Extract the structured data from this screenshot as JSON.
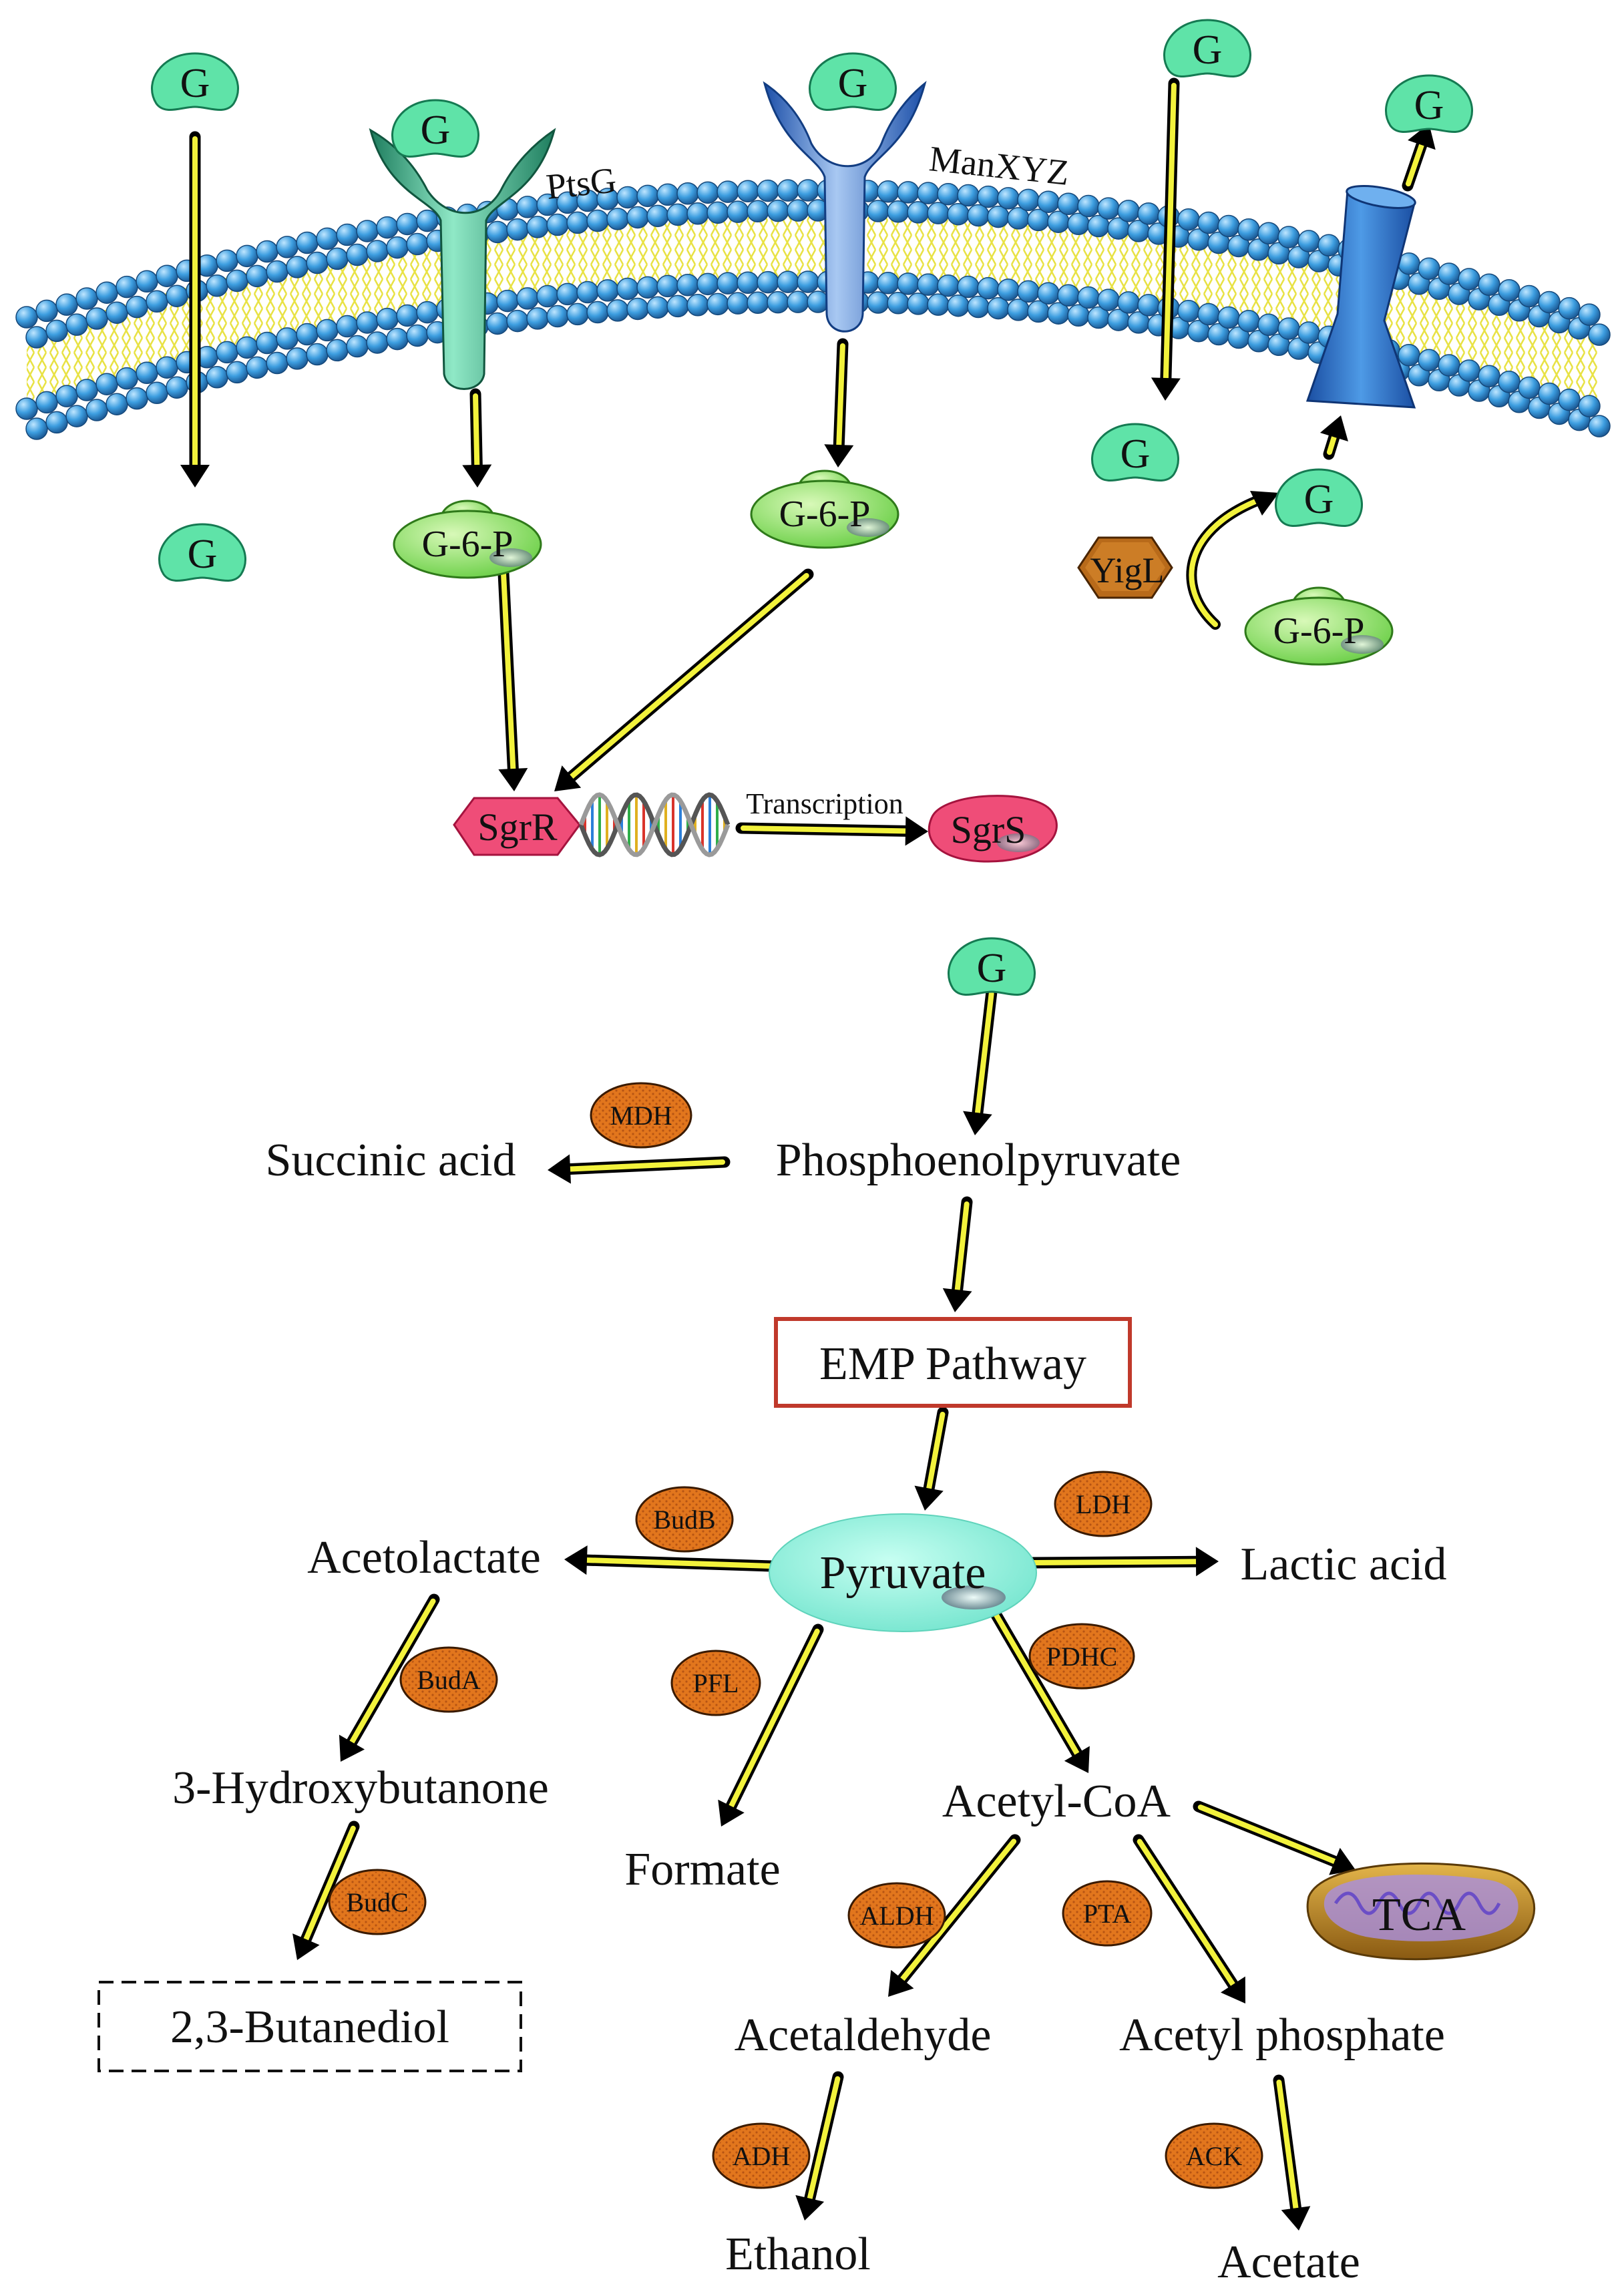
{
  "membrane": {
    "transporters": {
      "ptsg": "PtsG",
      "manxyz": "ManXYZ"
    }
  },
  "molecules": {
    "glucose": "G",
    "g6p": "G-6-P"
  },
  "enzymes": {
    "yigl": "YigL",
    "mdh": "MDH",
    "budb": "BudB",
    "ldh": "LDH",
    "buda": "BudA",
    "pfl": "PFL",
    "pdhc": "PDHC",
    "budc": "BudC",
    "aldh": "ALDH",
    "pta": "PTA",
    "adh": "ADH",
    "ack": "ACK"
  },
  "regulation": {
    "sgrr": "SgrR",
    "sgrs": "SgrS",
    "transcription": "Transcription"
  },
  "metabolites": {
    "phosphoenolpyruvate": "Phosphoenolpyruvate",
    "succinic_acid": "Succinic acid",
    "emp_pathway": "EMP Pathway",
    "pyruvate": "Pyruvate",
    "acetolactate": "Acetolactate",
    "lactic_acid": "Lactic acid",
    "hydroxybutanone": "3-Hydroxybutanone",
    "formate": "Formate",
    "acetyl_coa": "Acetyl-CoA",
    "tca": "TCA",
    "butanediol": "2,3-Butanediol",
    "acetaldehyde": "Acetaldehyde",
    "acetyl_phosphate": "Acetyl phosphate",
    "ethanol": "Ethanol",
    "acetate": "Acetate"
  },
  "colors": {
    "glucose_fill": "#5fe3a8",
    "g6p_fill": "#8ee06a",
    "enzyme_fill": "#e2761d",
    "sgr_fill": "#ef4d78",
    "pyruvate_fill": "#8ff0da",
    "arrow_body": "#f2f23c",
    "membrane_head": "#3d9ee0",
    "membrane_tail": "#f4f04a",
    "ptsg_fill": "#3fb58d",
    "manxyz_fill": "#3f7fd6",
    "emp_box": "#c0392b"
  }
}
